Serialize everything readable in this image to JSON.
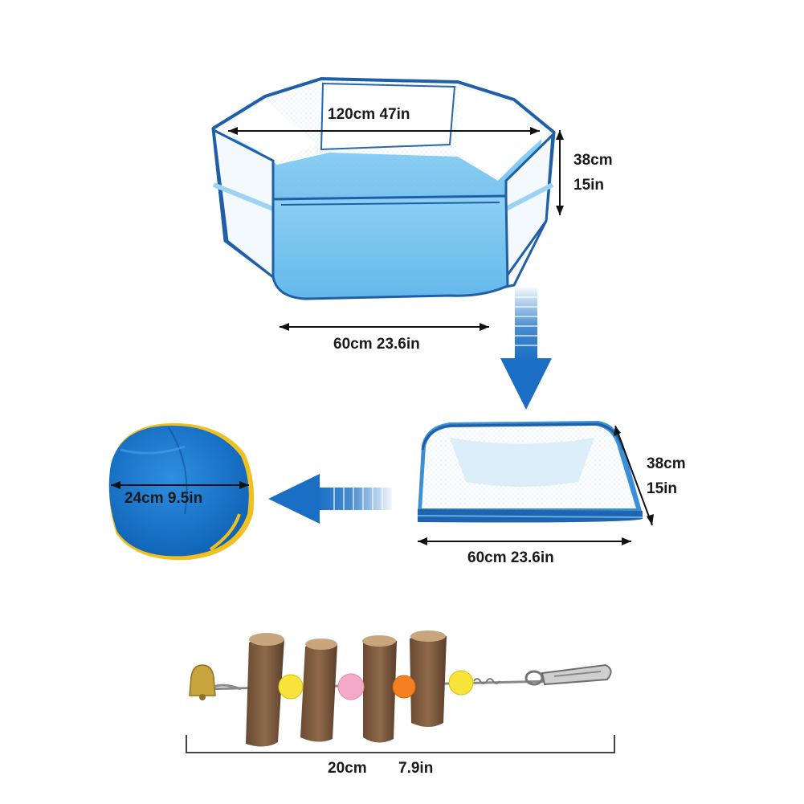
{
  "playpen_open": {
    "width_label": "120cm 47in",
    "height_label_cm": "38cm",
    "height_label_in": "15in",
    "side_label": "60cm 23.6in",
    "fill_color": "#5fb8ec",
    "trim_color": "#1f5fa8"
  },
  "playpen_folded": {
    "height_label_cm": "38cm",
    "height_label_in": "15in",
    "width_label": "60cm 23.6in"
  },
  "storage_bag": {
    "diameter_label": "24cm 9.5in",
    "color": "#1570c6",
    "trim_color": "#f0c020"
  },
  "chew_toy": {
    "length_label_cm": "20cm",
    "length_label_in": "7.9in",
    "bead_colors": [
      "#f7e33a",
      "#f5a9c9",
      "#f5801f",
      "#f7e33a"
    ]
  },
  "arrows": {
    "down_arrow_icon": "arrow-down-gradient-icon",
    "left_arrow_icon": "arrow-left-gradient-icon",
    "color": "#1a6fc4"
  }
}
